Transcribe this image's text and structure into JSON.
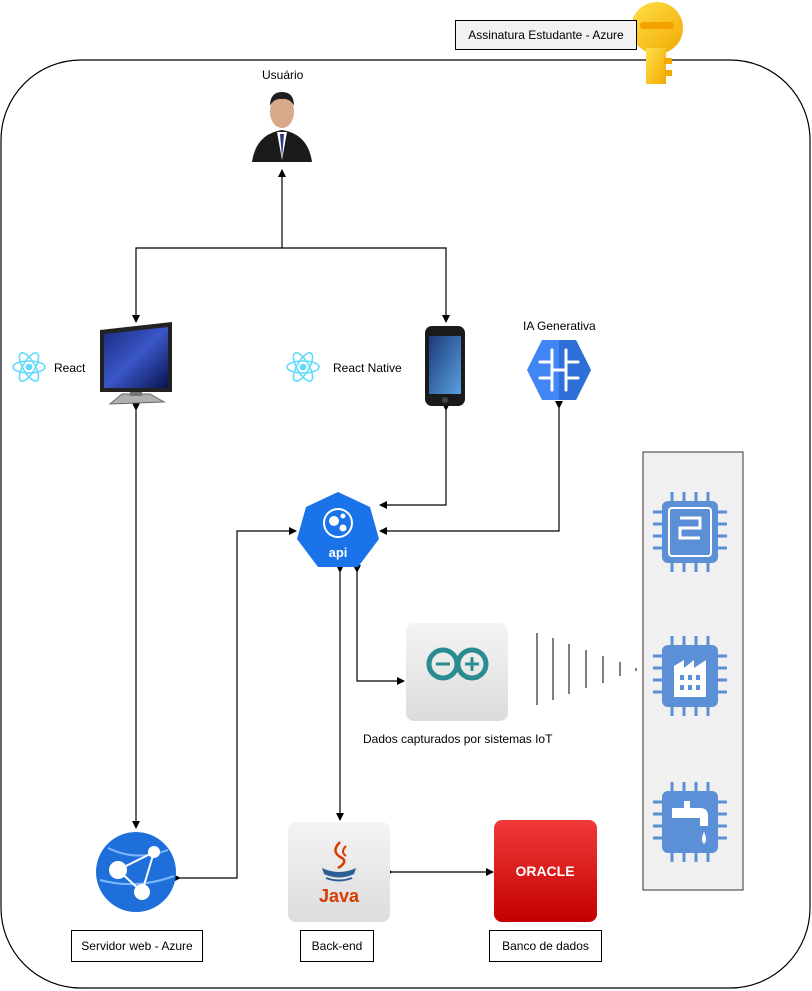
{
  "subscription_label": "Assinatura Estudante - Azure",
  "user_label": "Usuário",
  "react_label": "React",
  "react_native_label": "React Native",
  "ai_label": "IA Generativa",
  "iot_label": "Dados capturados por sistemas IoT",
  "web_server_label": "Servidor web - Azure",
  "backend_label": "Back-end",
  "database_label": "Banco de dados",
  "api_icon_text": "api",
  "java_icon_text": "Java",
  "oracle_icon_text": "ORACLE",
  "colors": {
    "azure_blue": "#1e6fd9",
    "google_blue": "#4285f4",
    "iot_chip": "#5b8fd6",
    "arduino_teal": "#2a8c91",
    "oracle_red": "#e30d0d",
    "java_red": "#d83b01",
    "key_yellow": "#f7c823",
    "react_cyan": "#61dafb"
  }
}
